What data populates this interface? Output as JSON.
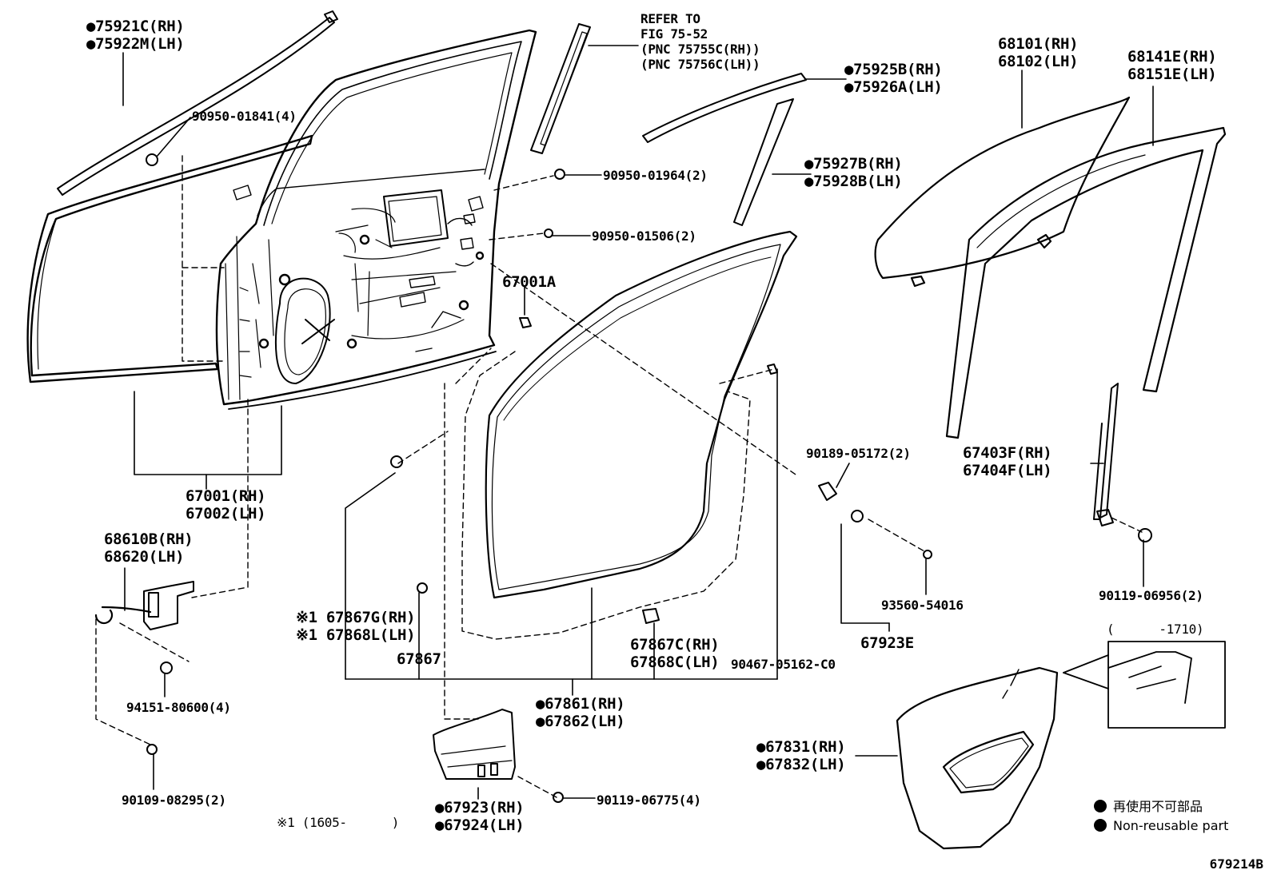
{
  "callouts": {
    "c75921": [
      "●75921C(RH)",
      "●75922M(LH)"
    ],
    "c90950_01841": [
      "90950-01841(4)"
    ],
    "refer": [
      "REFER TO",
      "FIG 75-52",
      "(PNC 75755C(RH))",
      "(PNC 75756C(LH))"
    ],
    "c75925": [
      "●75925B(RH)",
      "●75926A(LH)"
    ],
    "c68101": [
      "68101(RH)",
      "68102(LH)"
    ],
    "c68141": [
      "68141E(RH)",
      "68151E(LH)"
    ],
    "c90950_01964": [
      "90950-01964(2)"
    ],
    "c75927": [
      "●75927B(RH)",
      "●75928B(LH)"
    ],
    "c90950_01506": [
      "90950-01506(2)"
    ],
    "c67001A": [
      "67001A"
    ],
    "c90189": [
      "90189-05172(2)"
    ],
    "c67403": [
      "67403F(RH)",
      "67404F(LH)"
    ],
    "c67001": [
      "67001(RH)",
      "67002(LH)"
    ],
    "c68610": [
      "68610B(RH)",
      "68620(LH)"
    ],
    "c93560": [
      "93560-54016"
    ],
    "c90119_06956": [
      "90119-06956(2)"
    ],
    "c67867G": [
      "※1 67867G(RH)",
      "※1 67868L(LH)"
    ],
    "c67867": [
      "67867"
    ],
    "c67867C": [
      "67867C(RH)",
      "67868C(LH)"
    ],
    "c90467": [
      "90467-05162-C0"
    ],
    "c67923E": [
      "67923E"
    ],
    "c1710": [
      "(      -1710)"
    ],
    "c94151": [
      "94151-80600(4)"
    ],
    "c67861": [
      "●67861(RH)",
      "●67862(LH)"
    ],
    "c67831": [
      "●67831(RH)",
      "●67832(LH)"
    ],
    "c90109": [
      "90109-08295(2)"
    ],
    "c90119_06775": [
      "90119-06775(4)"
    ],
    "c67923": [
      "●67923(RH)",
      "●67924(LH)"
    ],
    "note1": [
      "※1 (1605-      )"
    ]
  },
  "legend": {
    "jp": "再使用不可部品",
    "en": "Non-reusable part"
  },
  "figure_id": "679214B"
}
